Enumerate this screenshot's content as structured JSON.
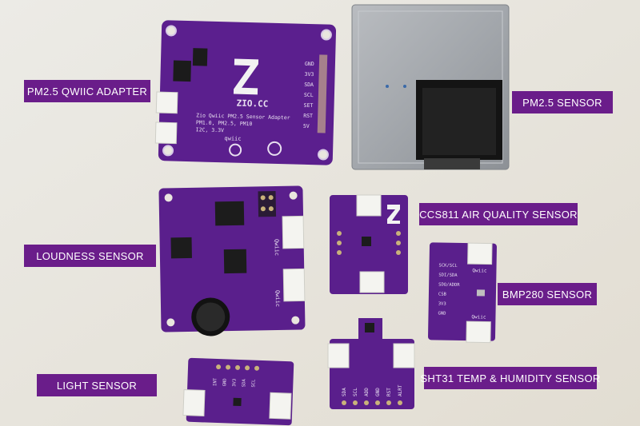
{
  "labels": {
    "pm25_adapter": "PM2.5 QWIIC ADAPTER",
    "pm25_sensor": "PM2.5 SENSOR",
    "loudness": "LOUDNESS SENSOR",
    "ccs811": "CCS811 AIR QUALITY SENSOR",
    "bmp280": "BMP280 SENSOR",
    "sht31": "SHT31 TEMP & HUMIDITY SENSOR",
    "light": "LIGHT SENSOR"
  },
  "board_text": {
    "adapter_logo": "ZIO.CC",
    "adapter_line1": "Zio Qwiic PM2.5 Sensor Adapter",
    "adapter_line2": "PM1.0, PM2.5, PM10",
    "adapter_line3": "I2C, 3.3V",
    "adapter_pins": [
      "GND",
      "3V3",
      "SDA",
      "SCL",
      "SET",
      "RST",
      "5V"
    ],
    "qwiic": "qwiic",
    "loud_qwiic_1": "Qwiic",
    "loud_qwiic_2": "Qwiic",
    "bmp_pins": [
      "SCK/SCL",
      "SDI/SDA",
      "SDO/ADDR",
      "CSB",
      "3V3",
      "GND"
    ],
    "bmp_qwiic_1": "Qwiic",
    "bmp_qwiic_2": "Qwiic",
    "sht_pins": [
      "SDA",
      "SCL",
      "ADD",
      "GND",
      "RST",
      "ALRT"
    ],
    "light_pins": [
      "INT",
      "GND",
      "3V3",
      "SDA",
      "SCL"
    ]
  },
  "colors": {
    "label_bg": "#6a1d8a",
    "pcb": "#5a1f8c",
    "background": "#e9e6de"
  }
}
